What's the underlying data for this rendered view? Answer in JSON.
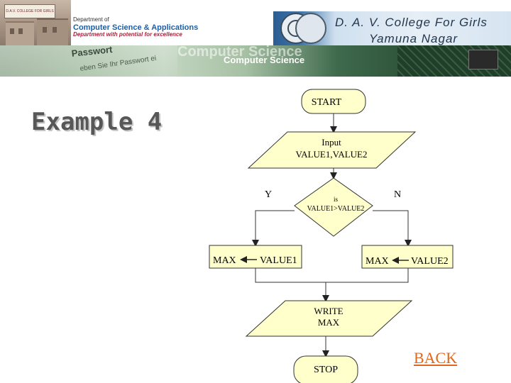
{
  "header": {
    "photo_sign": "D.A.V. COLLEGE FOR GIRLS",
    "dept_line1": "Department of",
    "dept_line2": "Computer Science & Applications",
    "dept_tagline": "Department with potential for excellence",
    "college_name": "D. A. V. College For Girls",
    "college_city": "Yamuna Nagar",
    "passwort_word": "Passwort",
    "passwort_line": "eben Sie Ihr Passwort ei",
    "banner_ghost": "Computer Science",
    "banner_text": "Computer Science"
  },
  "slide": {
    "title": "Example 4",
    "back_link": "BACK"
  },
  "flowchart": {
    "start": "START",
    "input_line1": "Input",
    "input_line2": "VALUE1,VALUE2",
    "decision_line1": "is",
    "decision_line2": "VALUE1>VALUE2",
    "yes_label": "Y",
    "no_label": "N",
    "assign_left_target": "MAX",
    "assign_left_source": "VALUE1",
    "assign_right_target": "MAX",
    "assign_right_source": "VALUE2",
    "write_line1": "WRITE",
    "write_line2": "MAX",
    "stop": "STOP"
  }
}
